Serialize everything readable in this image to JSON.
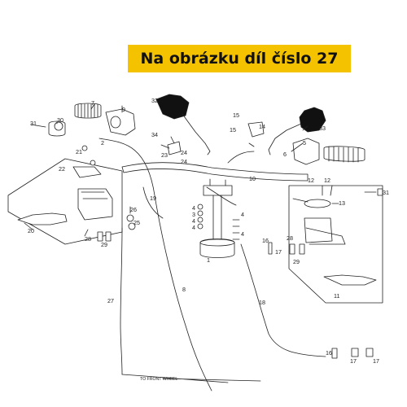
{
  "banner": {
    "text": "Na obrázku díl číslo 27",
    "bg_color": "#f5c200"
  },
  "diagram": {
    "front_wheel_label": "TO FRONT WHEEL",
    "callouts": [
      {
        "id": "c31a",
        "text": "31"
      },
      {
        "id": "c30",
        "text": "30"
      },
      {
        "id": "c7",
        "text": "7"
      },
      {
        "id": "c9",
        "text": "9"
      },
      {
        "id": "c32",
        "text": "32"
      },
      {
        "id": "c34",
        "text": "34"
      },
      {
        "id": "c15a",
        "text": "15"
      },
      {
        "id": "c14",
        "text": "14"
      },
      {
        "id": "c15b",
        "text": "15"
      },
      {
        "id": "c33",
        "text": "33"
      },
      {
        "id": "c6",
        "text": "6"
      },
      {
        "id": "c5",
        "text": "5"
      },
      {
        "id": "c2",
        "text": "2"
      },
      {
        "id": "c21",
        "text": "21"
      },
      {
        "id": "c22",
        "text": "22"
      },
      {
        "id": "c23",
        "text": "23"
      },
      {
        "id": "c24a",
        "text": "24"
      },
      {
        "id": "c24b",
        "text": "24"
      },
      {
        "id": "c10",
        "text": "10"
      },
      {
        "id": "c19",
        "text": "19"
      },
      {
        "id": "c12a",
        "text": "12"
      },
      {
        "id": "c12b",
        "text": "12"
      },
      {
        "id": "c13",
        "text": "13"
      },
      {
        "id": "c31b",
        "text": "31"
      },
      {
        "id": "c20",
        "text": "20"
      },
      {
        "id": "c28a",
        "text": "28"
      },
      {
        "id": "c26",
        "text": "26"
      },
      {
        "id": "c25",
        "text": "25"
      },
      {
        "id": "c29a",
        "text": "29"
      },
      {
        "id": "c4a",
        "text": "4"
      },
      {
        "id": "c3",
        "text": "3"
      },
      {
        "id": "c4b",
        "text": "4"
      },
      {
        "id": "c4c",
        "text": "4"
      },
      {
        "id": "c4d",
        "text": "4"
      },
      {
        "id": "c4e",
        "text": "4"
      },
      {
        "id": "c1",
        "text": "1"
      },
      {
        "id": "c16a",
        "text": "16"
      },
      {
        "id": "c17a",
        "text": "17"
      },
      {
        "id": "c28b",
        "text": "28"
      },
      {
        "id": "c29b",
        "text": "29"
      },
      {
        "id": "c11",
        "text": "11"
      },
      {
        "id": "c8",
        "text": "8"
      },
      {
        "id": "c27",
        "text": "27"
      },
      {
        "id": "c18",
        "text": "18"
      },
      {
        "id": "c16b",
        "text": "16"
      },
      {
        "id": "c17b",
        "text": "17"
      },
      {
        "id": "c17c",
        "text": "17"
      }
    ]
  }
}
